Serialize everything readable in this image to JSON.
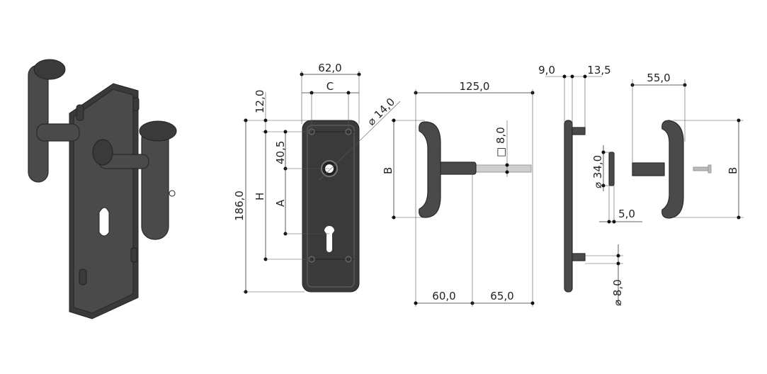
{
  "dimensions": {
    "plate_width": "62,0",
    "spindle_spacing": "C",
    "top_offset": "12,0",
    "plate_height": "186,0",
    "hole_spacing": "H",
    "spindle_from_hole": "40,5",
    "center_distance": "A",
    "spindle_hole_diameter": "⌀ 14,0",
    "handle_height": "B",
    "handle_length": "125,0",
    "square_spindle": "□ 8,0",
    "handle_part_1": "60,0",
    "handle_part_2": "65,0",
    "plate_thickness": "9,0",
    "stud_length": "13,5",
    "rosette_diameter": "⌀ 34,0",
    "rosette_thickness": "5,0",
    "stud_diameter": "⌀ 8,0",
    "knob_depth": "55,0",
    "knob_height": "B"
  }
}
